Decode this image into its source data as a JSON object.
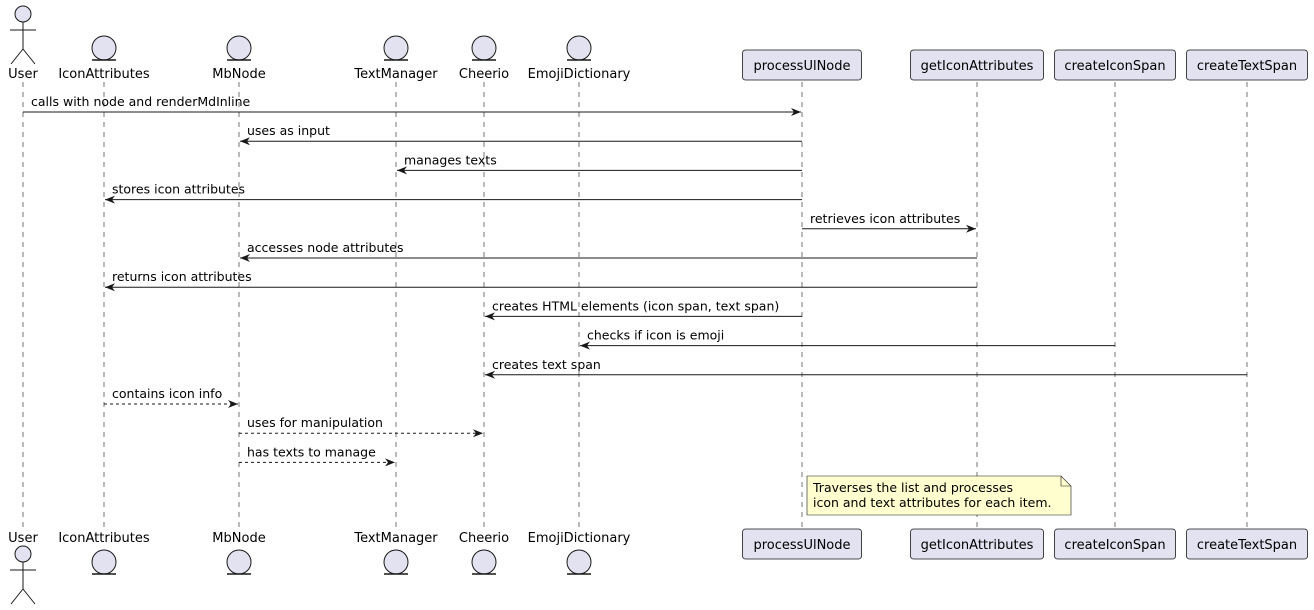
{
  "participants": [
    {
      "id": "user",
      "label": "User",
      "kind": "actor"
    },
    {
      "id": "iconattrs",
      "label": "IconAttributes",
      "kind": "entity"
    },
    {
      "id": "mbnode",
      "label": "MbNode",
      "kind": "entity"
    },
    {
      "id": "textmgr",
      "label": "TextManager",
      "kind": "entity"
    },
    {
      "id": "cheerio",
      "label": "Cheerio",
      "kind": "entity"
    },
    {
      "id": "emojidict",
      "label": "EmojiDictionary",
      "kind": "entity"
    },
    {
      "id": "processul",
      "label": "processUlNode",
      "kind": "participant"
    },
    {
      "id": "geticon",
      "label": "getIconAttributes",
      "kind": "participant"
    },
    {
      "id": "createicon",
      "label": "createIconSpan",
      "kind": "participant"
    },
    {
      "id": "createtext",
      "label": "createTextSpan",
      "kind": "participant"
    }
  ],
  "messages": [
    {
      "from": "user",
      "to": "processul",
      "label": "calls with node and renderMdInline",
      "style": "solid"
    },
    {
      "from": "processul",
      "to": "mbnode",
      "label": "uses as input",
      "style": "solid"
    },
    {
      "from": "processul",
      "to": "textmgr",
      "label": "manages texts",
      "style": "solid"
    },
    {
      "from": "processul",
      "to": "iconattrs",
      "label": "stores icon attributes",
      "style": "solid"
    },
    {
      "from": "processul",
      "to": "geticon",
      "label": "retrieves icon attributes",
      "style": "solid"
    },
    {
      "from": "geticon",
      "to": "mbnode",
      "label": "accesses node attributes",
      "style": "solid"
    },
    {
      "from": "geticon",
      "to": "iconattrs",
      "label": "returns icon attributes",
      "style": "solid"
    },
    {
      "from": "processul",
      "to": "cheerio",
      "label": "creates HTML elements (icon span, text span)",
      "style": "solid"
    },
    {
      "from": "createicon",
      "to": "emojidict",
      "label": "checks if icon is emoji",
      "style": "solid"
    },
    {
      "from": "createtext",
      "to": "cheerio",
      "label": "creates text span",
      "style": "solid"
    },
    {
      "from": "iconattrs",
      "to": "mbnode",
      "label": "contains icon info",
      "style": "dashed"
    },
    {
      "from": "mbnode",
      "to": "cheerio",
      "label": "uses for manipulation",
      "style": "dashed"
    },
    {
      "from": "mbnode",
      "to": "textmgr",
      "label": "has texts to manage",
      "style": "dashed"
    }
  ],
  "note": {
    "over": "processul",
    "lines": [
      "Traverses the list and processes",
      "icon and text attributes for each item."
    ]
  },
  "colors": {
    "participant_fill": "#e2e2f0",
    "participant_stroke": "#181818",
    "lifeline": "#181818",
    "note_fill": "#fefece",
    "note_stroke": "#181818",
    "arrow": "#181818"
  }
}
